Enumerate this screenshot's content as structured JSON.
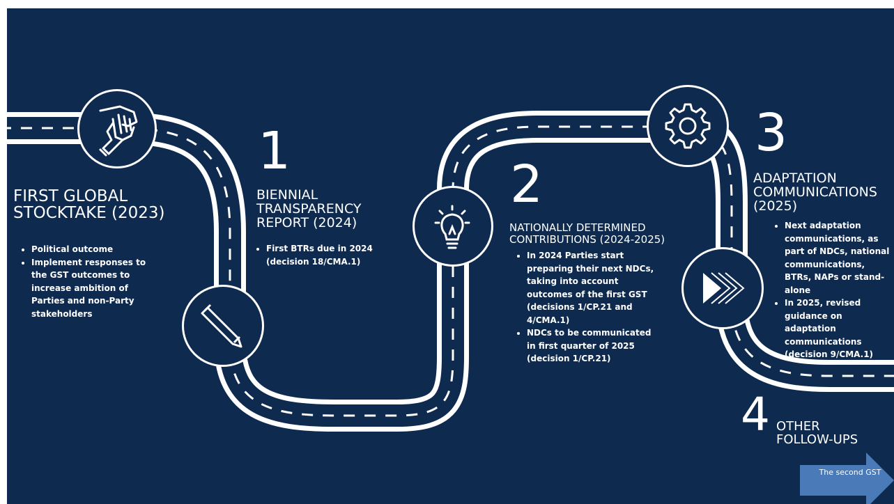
{
  "sections": [
    {
      "title_lines": [
        "FIRST GLOBAL",
        "STOCKTAKE (2023)"
      ],
      "bullets": [
        "Political outcome",
        "Implement responses to the GST outcomes to increase ambition of Parties and non-Party stakeholders"
      ]
    },
    {
      "number": "1",
      "title_lines": [
        "BIENNIAL",
        "TRANSPARENCY",
        "REPORT (2024)"
      ],
      "bullets": [
        "First BTRs due in 2024 (decision 18/CMA.1)"
      ]
    },
    {
      "number": "2",
      "title_lines": [
        "NATIONALLY DETERMINED",
        "CONTRIBUTIONS (2024-2025)"
      ],
      "bullets": [
        "In 2024 Parties start preparing their next NDCs, taking into account outcomes of the first GST (decisions 1/CP.21 and 4/CMA.1)",
        "NDCs to be communicated in first quarter of 2025 (decision 1/CP.21)"
      ]
    },
    {
      "number": "3",
      "title_lines": [
        "ADAPTATION",
        "COMMUNICATIONS",
        "(2025)"
      ],
      "bullets": [
        "Next adaptation communications, as part of NDCs, national communications, BTRs, NAPs or stand-alone",
        "In 2025, revised guidance on adaptation communications (decision 9/CMA.1)"
      ]
    },
    {
      "number": "4",
      "title_lines": [
        "OTHER",
        "FOLLOW-UPS"
      ]
    }
  ],
  "arrow_label": "The second GST",
  "icons": [
    "hand-icon",
    "pencil-icon",
    "lightbulb-icon",
    "gear-icon",
    "fast-forward-icon"
  ],
  "colors": {
    "background": "#0e2a4f",
    "road": "#ffffff",
    "arrow": "#4a7ab8"
  }
}
